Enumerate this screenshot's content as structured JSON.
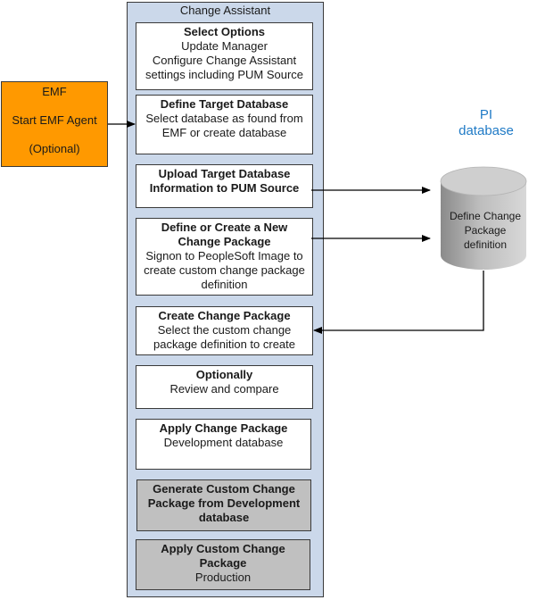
{
  "container": {
    "title": "Change Assistant",
    "color": "#cbd8ea"
  },
  "steps": [
    {
      "title": "Select Options",
      "lines": [
        "Update Manager",
        "Configure Change Assistant",
        "settings including PUM Source"
      ]
    },
    {
      "title": "Define Target Database",
      "lines": [
        "Select database as found from",
        "EMF or create database"
      ]
    },
    {
      "title_lines": [
        "Upload Target Database",
        "Information to PUM Source"
      ]
    },
    {
      "title_lines": [
        "Define or Create a New",
        "Change Package"
      ],
      "lines": [
        "Signon to PeopleSoft Image to",
        "create custom change package",
        "definition"
      ]
    },
    {
      "title": "Create Change Package",
      "lines": [
        "Select the custom change",
        "package definition to create"
      ]
    },
    {
      "title": "Optionally",
      "lines": [
        "Review and compare"
      ]
    },
    {
      "title": "Apply Change Package",
      "lines": [
        "Development database"
      ]
    },
    {
      "title_lines": [
        "Generate Custom Change",
        "Package from Development",
        "database"
      ]
    },
    {
      "title_lines": [
        "Apply Custom Change",
        "Package"
      ],
      "lines": [
        "Production"
      ]
    }
  ],
  "emf": {
    "title": "EMF",
    "action": "Start EMF Agent",
    "note": "(Optional)",
    "color": "#ff9900"
  },
  "pi_database": {
    "label_line1": "PI",
    "label_line2": "database",
    "label_color": "#1f7ac6",
    "text_lines": [
      "Define Change",
      "Package",
      "definition"
    ]
  }
}
